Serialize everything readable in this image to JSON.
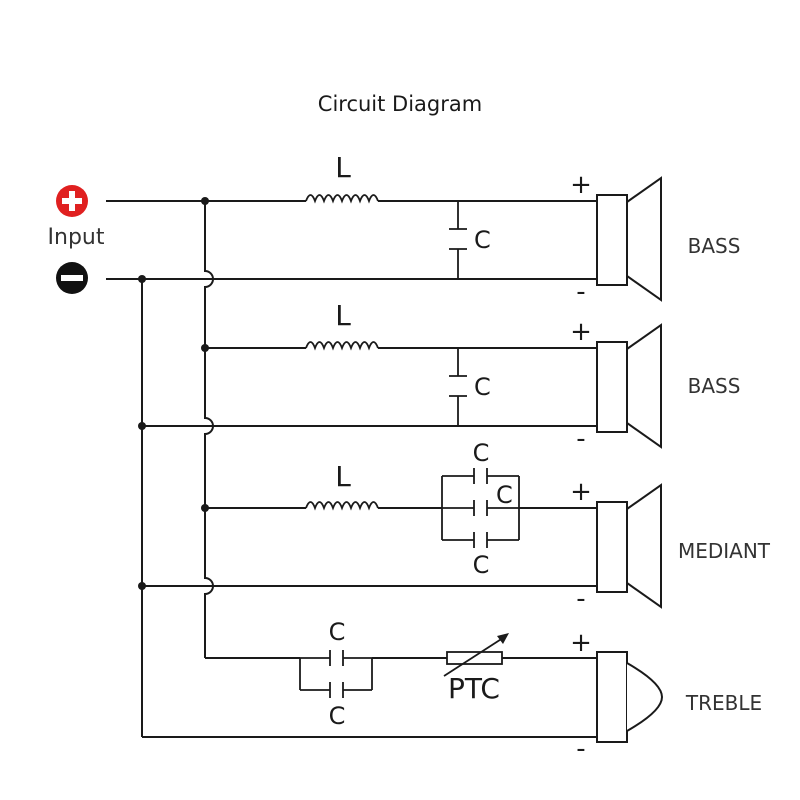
{
  "title": "Circuit Diagram",
  "input": {
    "label": "Input",
    "positive_terminal_color": "#e02020",
    "negative_terminal_color": "#111111"
  },
  "branches": [
    {
      "speaker": "BASS",
      "inductor": "L",
      "capacitor": "C",
      "plus": "+",
      "minus": "-"
    },
    {
      "speaker": "BASS",
      "inductor": "L",
      "capacitor": "C",
      "plus": "+",
      "minus": "-"
    },
    {
      "speaker": "MEDIANT",
      "inductor": "L",
      "capacitors": [
        "C",
        "C",
        "C"
      ],
      "plus": "+",
      "minus": "-"
    },
    {
      "speaker": "TREBLE",
      "capacitors": [
        "C",
        "C"
      ],
      "thermistor": "PTC",
      "plus": "+",
      "minus": "-"
    }
  ]
}
